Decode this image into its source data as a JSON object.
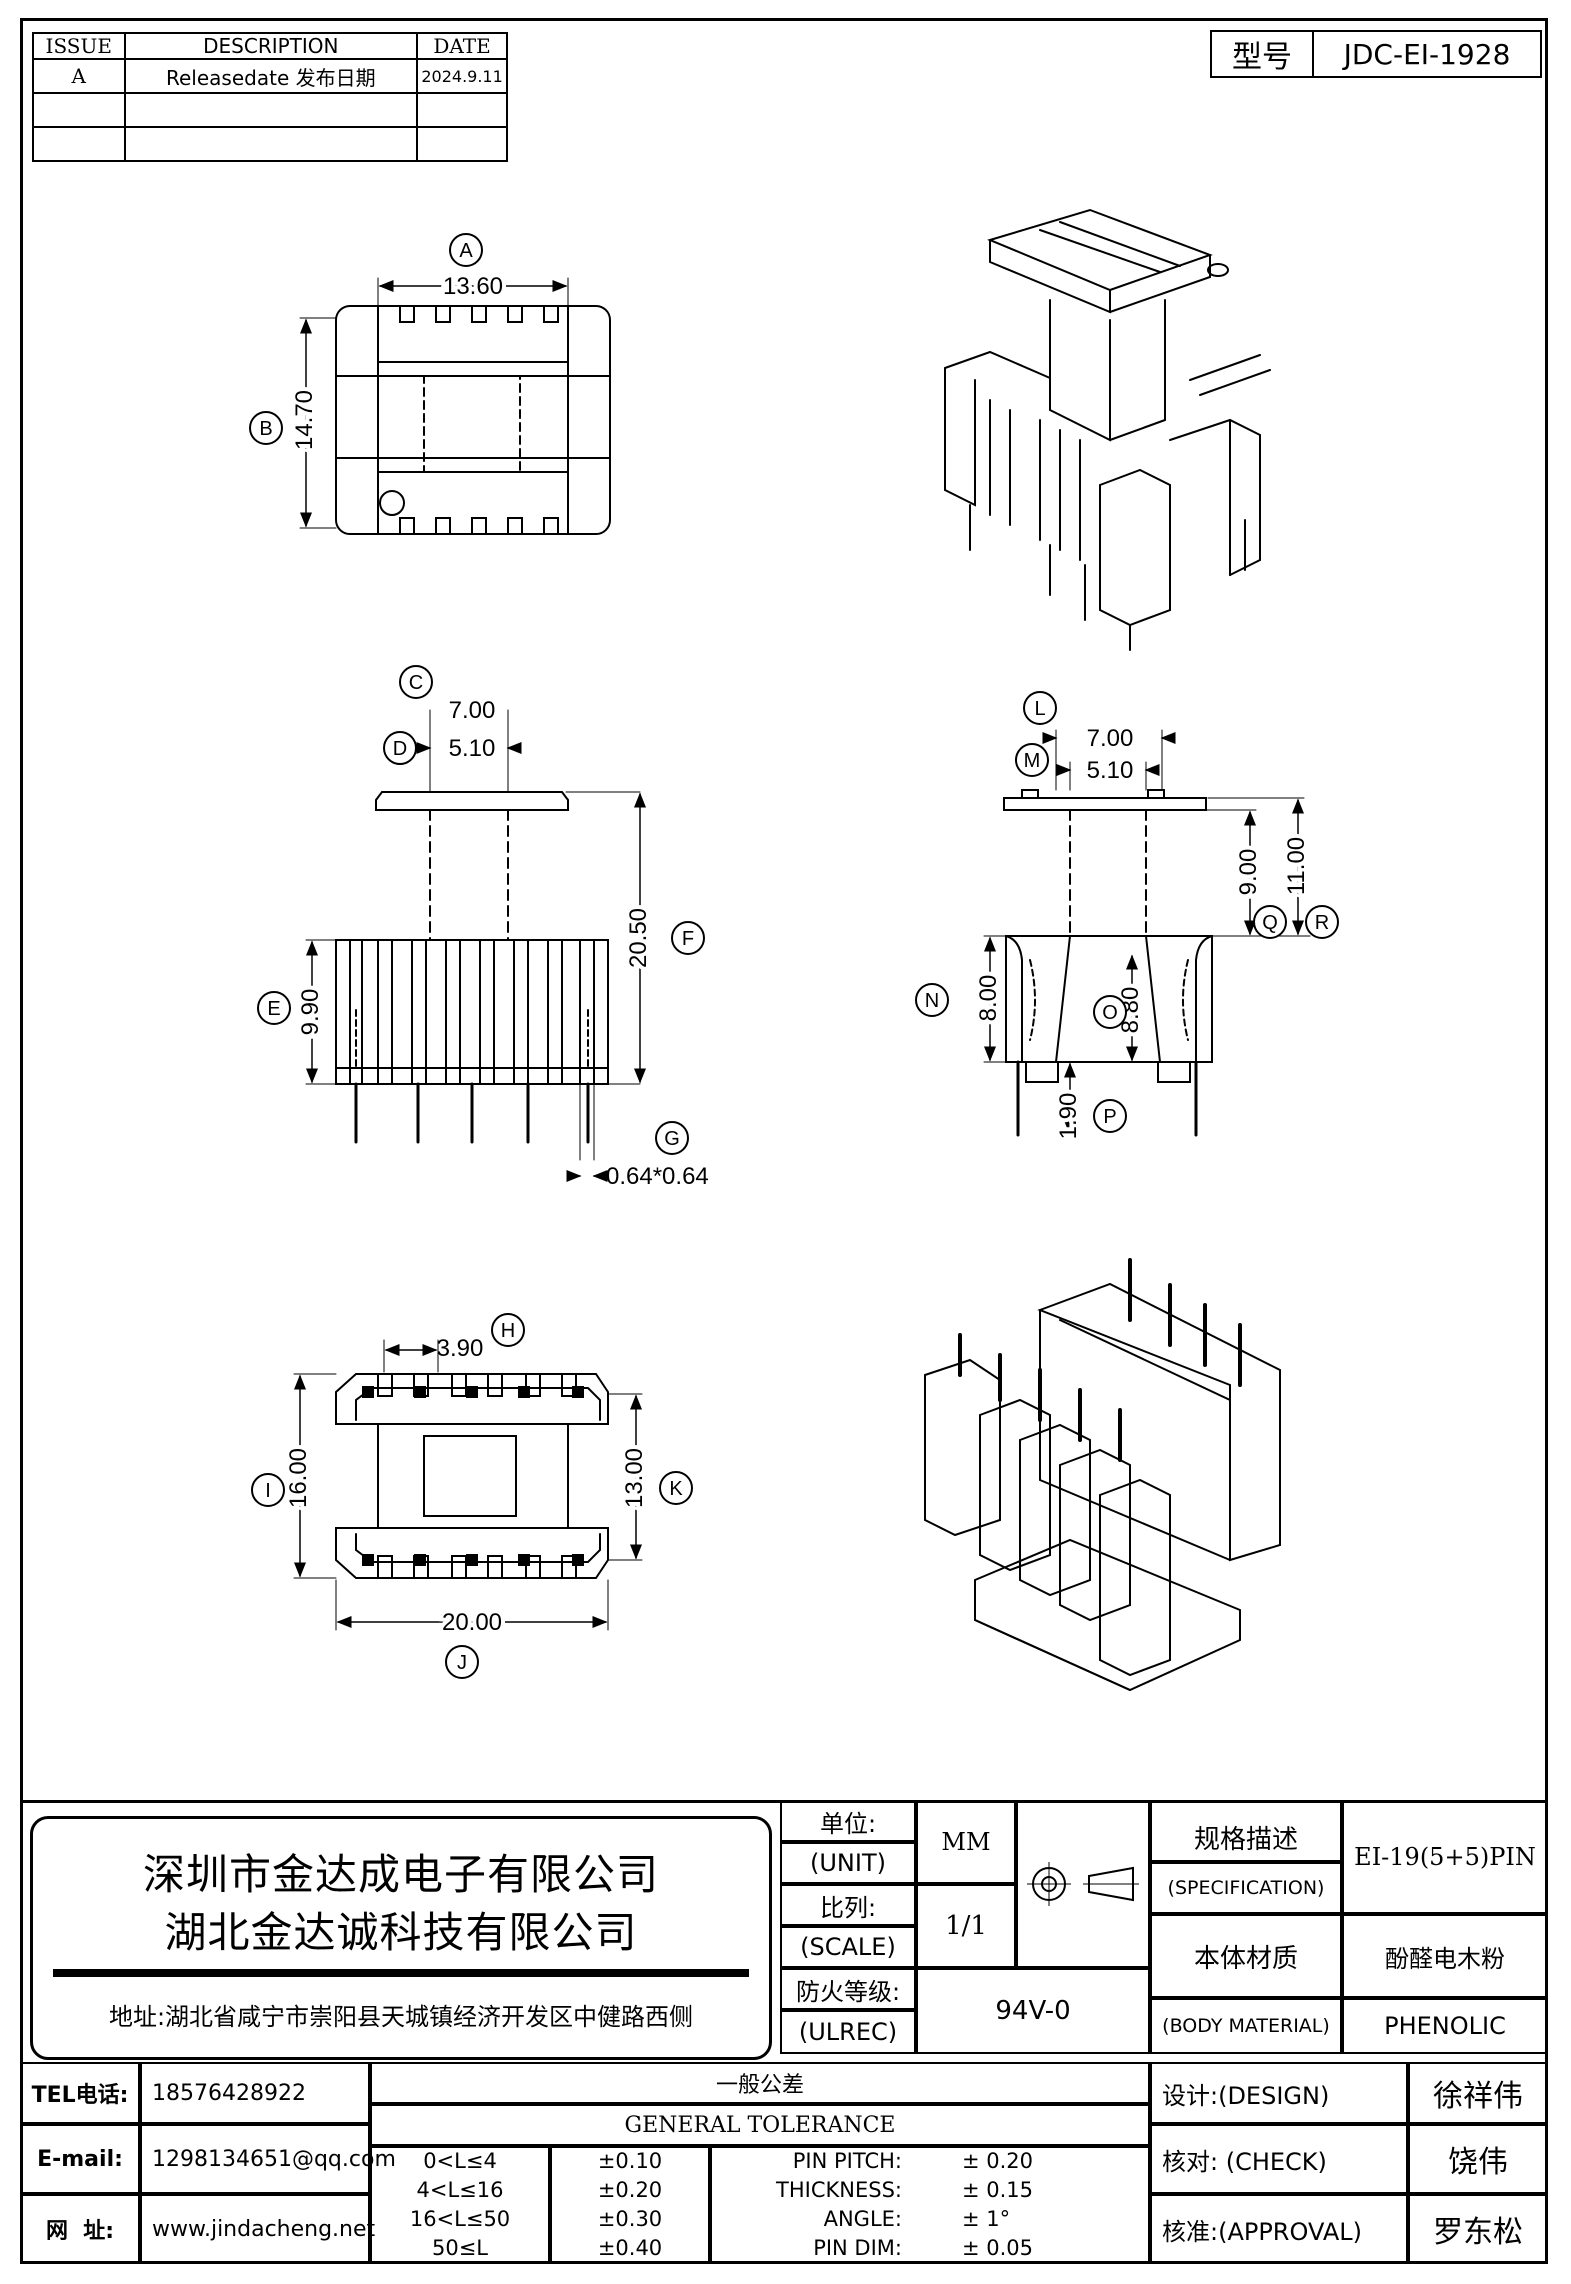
{
  "revision": {
    "headers": [
      "ISSUE",
      "DESCRIPTION",
      "DATE"
    ],
    "rows": [
      {
        "issue": "A",
        "description": "Releasedate 发布日期",
        "date": "2024.9.11"
      },
      {
        "issue": "",
        "description": "",
        "date": ""
      },
      {
        "issue": "",
        "description": "",
        "date": ""
      }
    ]
  },
  "model": {
    "label": "型号",
    "value": "JDC-EI-1928"
  },
  "dimensions": {
    "A": "13.60",
    "B": "14.70",
    "C": "7.00",
    "D": "5.10",
    "E": "9.90",
    "F": "20.50",
    "G": "0.64*0.64",
    "H": "3.90",
    "I": "16.00",
    "J": "20.00",
    "K": "13.00",
    "L": "7.00",
    "M": "5.10",
    "N": "8.00",
    "O": "8.80",
    "P": "1.90",
    "Q": "9.00",
    "R": "11.00"
  },
  "dim_letters": [
    "A",
    "B",
    "C",
    "D",
    "E",
    "F",
    "G",
    "H",
    "I",
    "J",
    "K",
    "L",
    "M",
    "N",
    "O",
    "P",
    "Q",
    "R"
  ],
  "company": {
    "name1": "深圳市金达成电子有限公司",
    "name2": "湖北金达诚科技有限公司",
    "address": "地址:湖北省咸宁市崇阳县天城镇经济开发区中健路西侧"
  },
  "specs": {
    "unit_label": "单位:",
    "unit_label_en": "(UNIT)",
    "unit_value": "MM",
    "scale_label": "比列:",
    "scale_label_en": "(SCALE)",
    "scale_value": "1/1",
    "fire_label": "防火等级:",
    "fire_label_en": "(ULREC)",
    "fire_value": "94V-0",
    "spec_label": "规格描述",
    "spec_label_en": "(SPECIFICATION)",
    "spec_value": "EI-19(5+5)PIN",
    "material_label": "本体材质",
    "material_label_en": "(BODY MATERIAL)",
    "material_value": "酚醛电木粉",
    "material_value_en": "PHENOLIC"
  },
  "contact": {
    "tel_label": "TEL电话:",
    "tel": "18576428922",
    "email_label": "E-mail:",
    "email": "1298134651@qq.com",
    "web_label": "网  址:",
    "web": "www.jindacheng.net"
  },
  "tolerance": {
    "title": "一般公差",
    "title_en": "GENERAL TOLERANCE",
    "ranges": [
      {
        "range": "0<L≤4",
        "tol": "±0.10"
      },
      {
        "range": "4<L≤16",
        "tol": "±0.20"
      },
      {
        "range": "16<L≤50",
        "tol": "±0.30"
      },
      {
        "range": "50≤L",
        "tol": "±0.40"
      }
    ],
    "params": [
      {
        "name": "PIN PITCH:",
        "value": "± 0.20"
      },
      {
        "name": "THICKNESS:",
        "value": "± 0.15"
      },
      {
        "name": "ANGLE:",
        "value": "± 1°"
      },
      {
        "name": "PIN DIM:",
        "value": "± 0.05"
      }
    ]
  },
  "approvals": {
    "design_label": "设计:(DESIGN)",
    "design": "徐祥伟",
    "check_label": "核对: (CHECK)",
    "check": "饶伟",
    "approval_label": "核准:(APPROVAL)",
    "approval": "罗东松"
  }
}
